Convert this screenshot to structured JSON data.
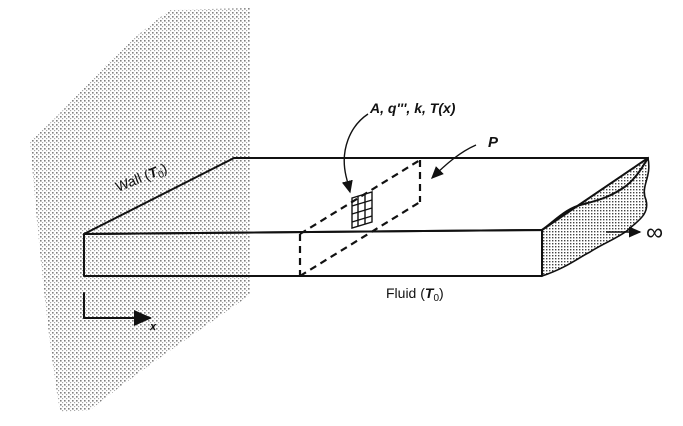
{
  "labels": {
    "wall_prefix": "Wall (",
    "wall_var": "T",
    "wall_sub": "0",
    "wall_suffix": ")",
    "fluid_prefix": "Fluid (",
    "fluid_var": "T",
    "fluid_sub": "0",
    "fluid_suffix": ")",
    "properties": "A, q''', k, T(x)",
    "perimeter": "P",
    "infinity": "∞",
    "x_axis": "x"
  }
}
